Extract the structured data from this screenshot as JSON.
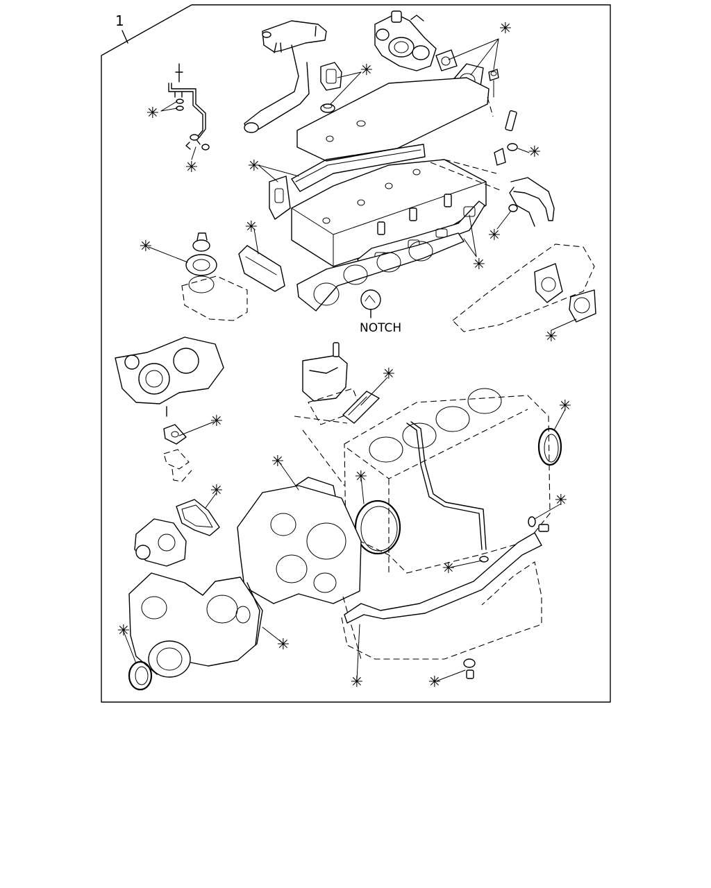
{
  "figure": {
    "item_number": "1",
    "callout_text": "NOTCH",
    "callout_marker": "✳",
    "icons": [
      "asterisk-marker",
      "notch-magnifier-circle"
    ],
    "colors": {
      "line": "#000000",
      "background": "#ffffff"
    }
  }
}
